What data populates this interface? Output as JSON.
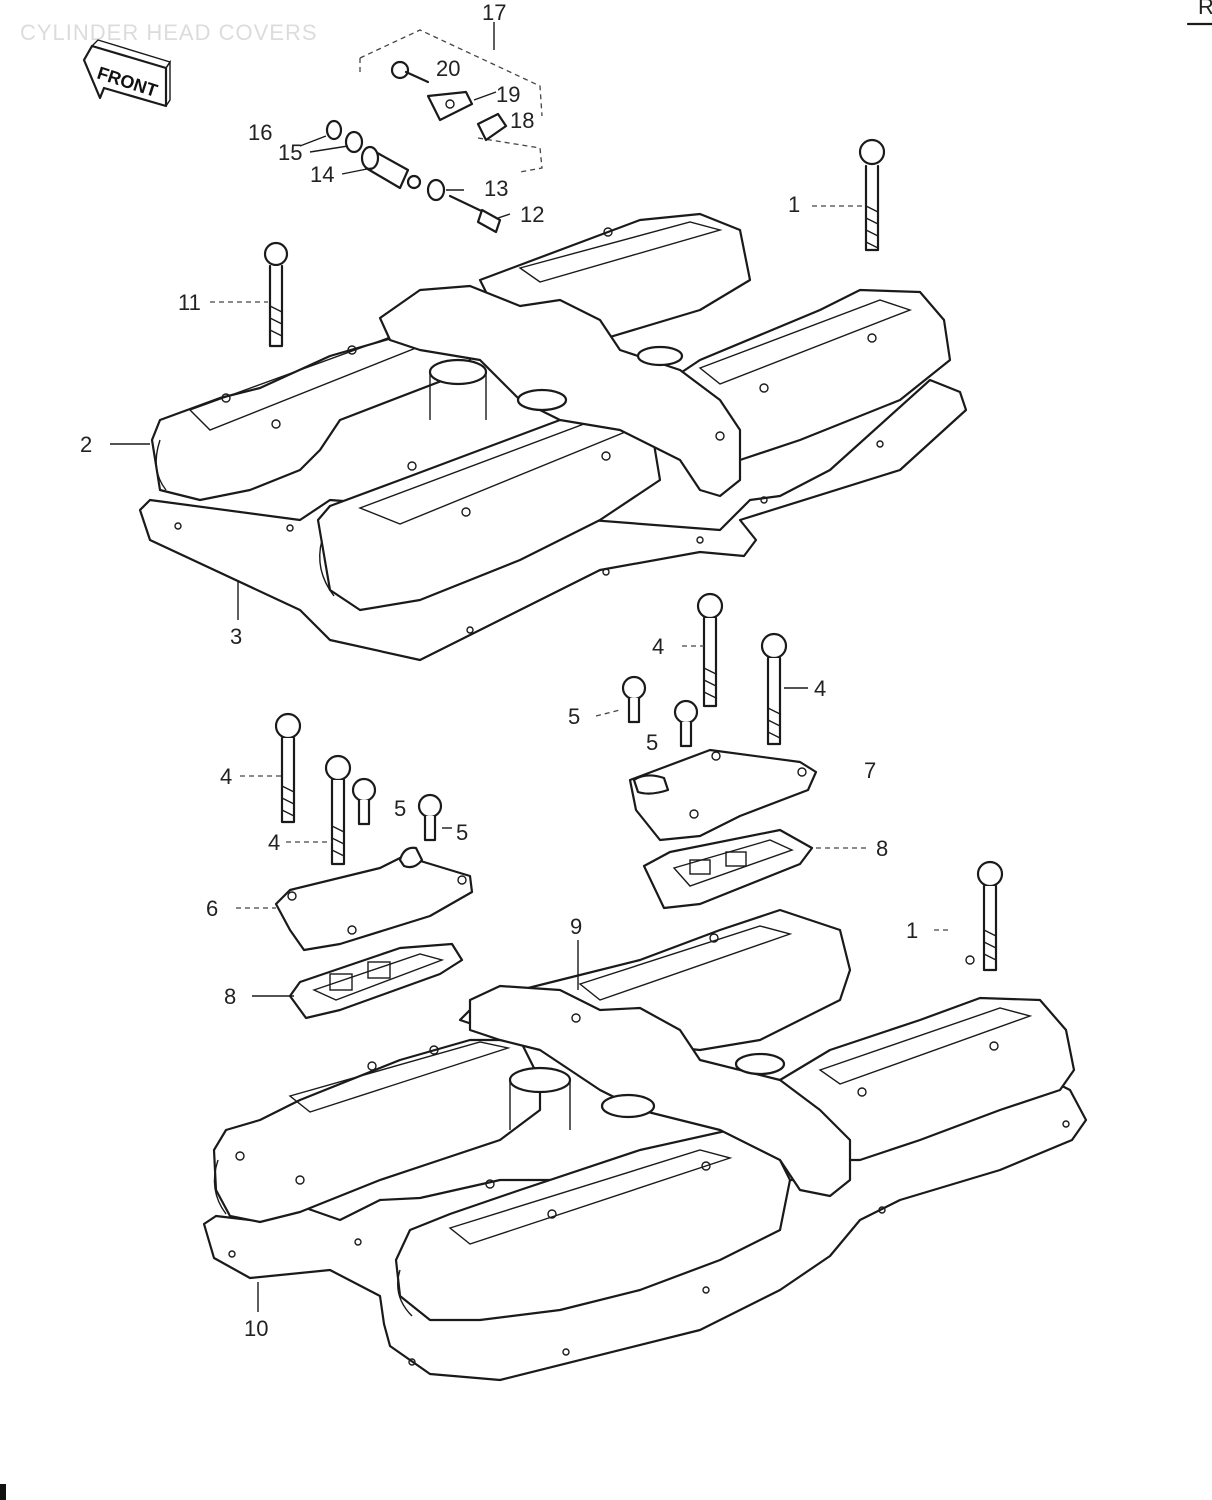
{
  "header": {
    "title": "CYLINDER HEAD COVERS",
    "corner_mark": "R"
  },
  "front_arrow_label": "FRONT",
  "callouts": [
    {
      "id": "c17",
      "text": "17"
    },
    {
      "id": "c20",
      "text": "20"
    },
    {
      "id": "c19",
      "text": "19"
    },
    {
      "id": "c18",
      "text": "18"
    },
    {
      "id": "c16",
      "text": "16"
    },
    {
      "id": "c15",
      "text": "15"
    },
    {
      "id": "c14",
      "text": "14"
    },
    {
      "id": "c13",
      "text": "13"
    },
    {
      "id": "c12",
      "text": "12"
    },
    {
      "id": "c1a",
      "text": "1"
    },
    {
      "id": "c11",
      "text": "11"
    },
    {
      "id": "c2",
      "text": "2"
    },
    {
      "id": "c3",
      "text": "3"
    },
    {
      "id": "c4a",
      "text": "4"
    },
    {
      "id": "c4b",
      "text": "4"
    },
    {
      "id": "c5a",
      "text": "5"
    },
    {
      "id": "c5b",
      "text": "5"
    },
    {
      "id": "c7",
      "text": "7"
    },
    {
      "id": "c8a",
      "text": "8"
    },
    {
      "id": "c4c",
      "text": "4"
    },
    {
      "id": "c4d",
      "text": "4"
    },
    {
      "id": "c5c",
      "text": "5"
    },
    {
      "id": "c5d",
      "text": "5"
    },
    {
      "id": "c6",
      "text": "6"
    },
    {
      "id": "c9",
      "text": "9"
    },
    {
      "id": "c1b",
      "text": "1"
    },
    {
      "id": "c8b",
      "text": "8"
    },
    {
      "id": "c10",
      "text": "10"
    }
  ]
}
